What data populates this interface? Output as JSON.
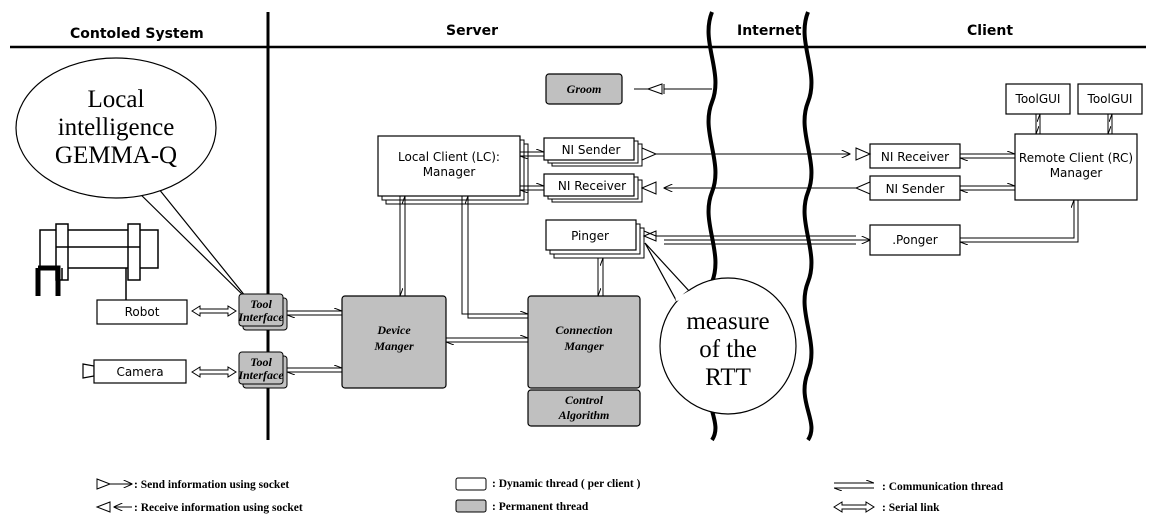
{
  "columns": {
    "controlled_system": "Contoled System",
    "server": "Server",
    "internet": "Internet",
    "client": "Client"
  },
  "bubbles": {
    "local_intelligence": [
      "Local",
      "intelligence",
      "GEMMA-Q"
    ],
    "rtt": [
      "measure",
      "of the",
      "RTT"
    ]
  },
  "boxes": {
    "groom": "Groom",
    "local_client_manager": [
      "Local Client (LC):",
      "Manager"
    ],
    "ni_sender_server": "NI Sender",
    "ni_receiver_server": "NI Receiver",
    "pinger": "Pinger",
    "robot": "Robot",
    "camera": "Camera",
    "tool_interface_top": [
      "Tool",
      "Interface"
    ],
    "tool_interface_bottom": [
      "Tool",
      "Interface"
    ],
    "device_manager": [
      "Device",
      "Manger"
    ],
    "connection_manager": [
      "Connection",
      "Manger"
    ],
    "control_algorithm": [
      "Control",
      "Algorithm"
    ],
    "ni_receiver_client": "NI Receiver",
    "ni_sender_client": "NI Sender",
    "ponger": ".Ponger",
    "remote_client_manager": [
      "Remote Client (RC)",
      "Manager"
    ],
    "toolgui_1": "ToolGUI",
    "toolgui_2": "ToolGUI"
  },
  "legend": {
    "send": ": Send information using socket",
    "receive": ": Receive information using socket",
    "dynamic": ": Dynamic thread ( per client )",
    "permanent": ": Permanent thread",
    "communication": ": Communication thread",
    "serial": ": Serial link"
  },
  "colors": {
    "permanent_fill": "#c0c0c0",
    "dynamic_fill": "#ffffff",
    "line": "#000000"
  }
}
